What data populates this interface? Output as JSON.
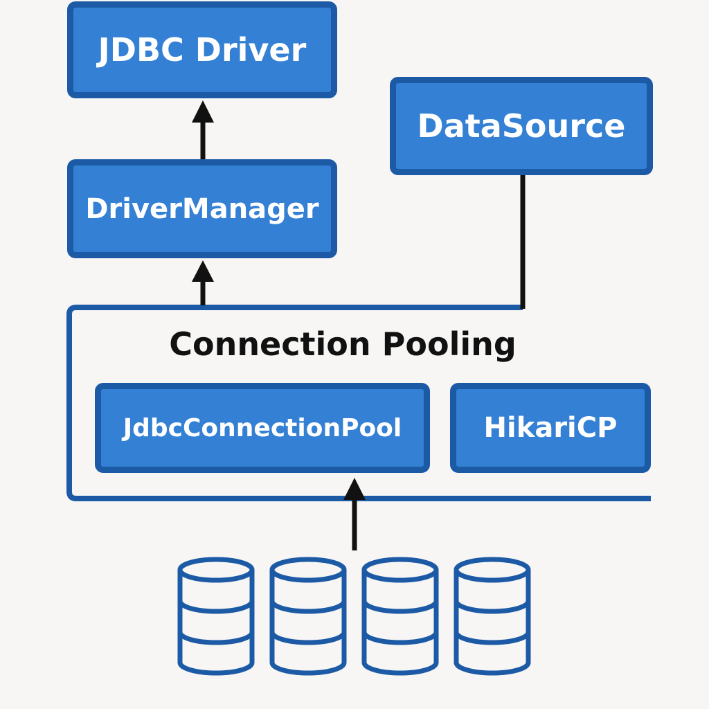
{
  "colors": {
    "box_fill": "#3380d4",
    "box_border": "#1c5aa6",
    "text_on_box": "#ffffff",
    "arrow": "#111111",
    "background": "#f7f6f4"
  },
  "boxes": {
    "jdbc_driver": "JDBC Driver",
    "driver_manager": "DriverManager",
    "data_source": "DataSource",
    "jdbc_connection_pool": "JdbcConnectionPool",
    "hikari_cp": "HikariCP"
  },
  "pool_group": {
    "title": "Connection Pooling"
  },
  "databases": {
    "icon": "database-icon"
  }
}
